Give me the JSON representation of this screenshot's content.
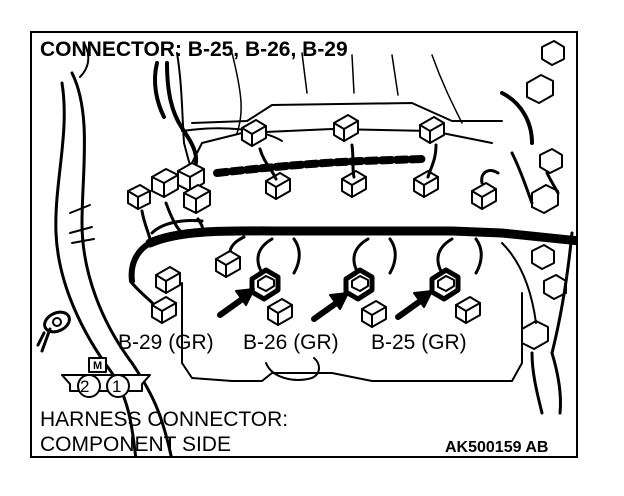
{
  "title": "CONNECTOR: B-25, B-26, B-29",
  "connectors": [
    {
      "id": "b29",
      "label": "B-29 (GR)"
    },
    {
      "id": "b26",
      "label": "B-26 (GR)"
    },
    {
      "id": "b25",
      "label": "B-25 (GR)"
    }
  ],
  "harness_pins": {
    "tag": "M",
    "pins": [
      "2",
      "1"
    ]
  },
  "harness_caption": {
    "line1": "HARNESS CONNECTOR:",
    "line2": "COMPONENT SIDE"
  },
  "figure_code": "AK500159 AB"
}
